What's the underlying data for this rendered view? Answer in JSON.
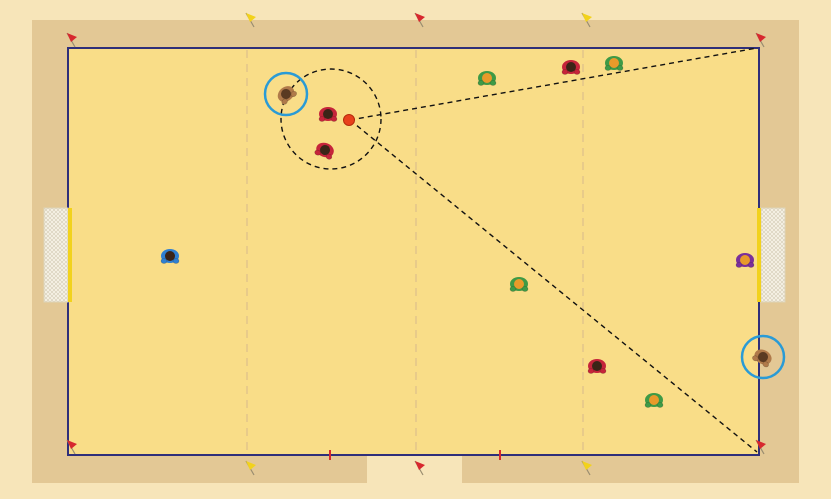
{
  "diagram": {
    "colors": {
      "background": "#f7e5b9",
      "apron": "#e3c895",
      "pitch": "#f9dd88",
      "boundary": "#2f2f7a",
      "zone_line": "#e2c58a",
      "red_flag": "#d7282e",
      "yellow_flag": "#f2d21c",
      "ball": "#e8401c",
      "highlight_ring": "#2a9bd6",
      "red_team": "#c5243a",
      "green_team": "#3e9a46",
      "neutral_player": "#b07a4a",
      "blue_goalkeeper": "#2f7fd1",
      "purple_goalkeeper": "#7a2f9a"
    },
    "elements": {
      "pitch": "pitch",
      "goals": [
        "left-goal",
        "right-goal"
      ],
      "ball": "ball",
      "highlight_rings": [
        "highlight-ring",
        "highlight-ring"
      ],
      "dashed_lines": [
        "pass-line",
        "pass-line"
      ],
      "pressure_circle": "pressure-circle",
      "flags": [
        "red-flag",
        "yellow-flag"
      ]
    },
    "icons": [
      "player-icon",
      "ball-icon",
      "corner-flag-icon",
      "goal-net-icon"
    ]
  }
}
